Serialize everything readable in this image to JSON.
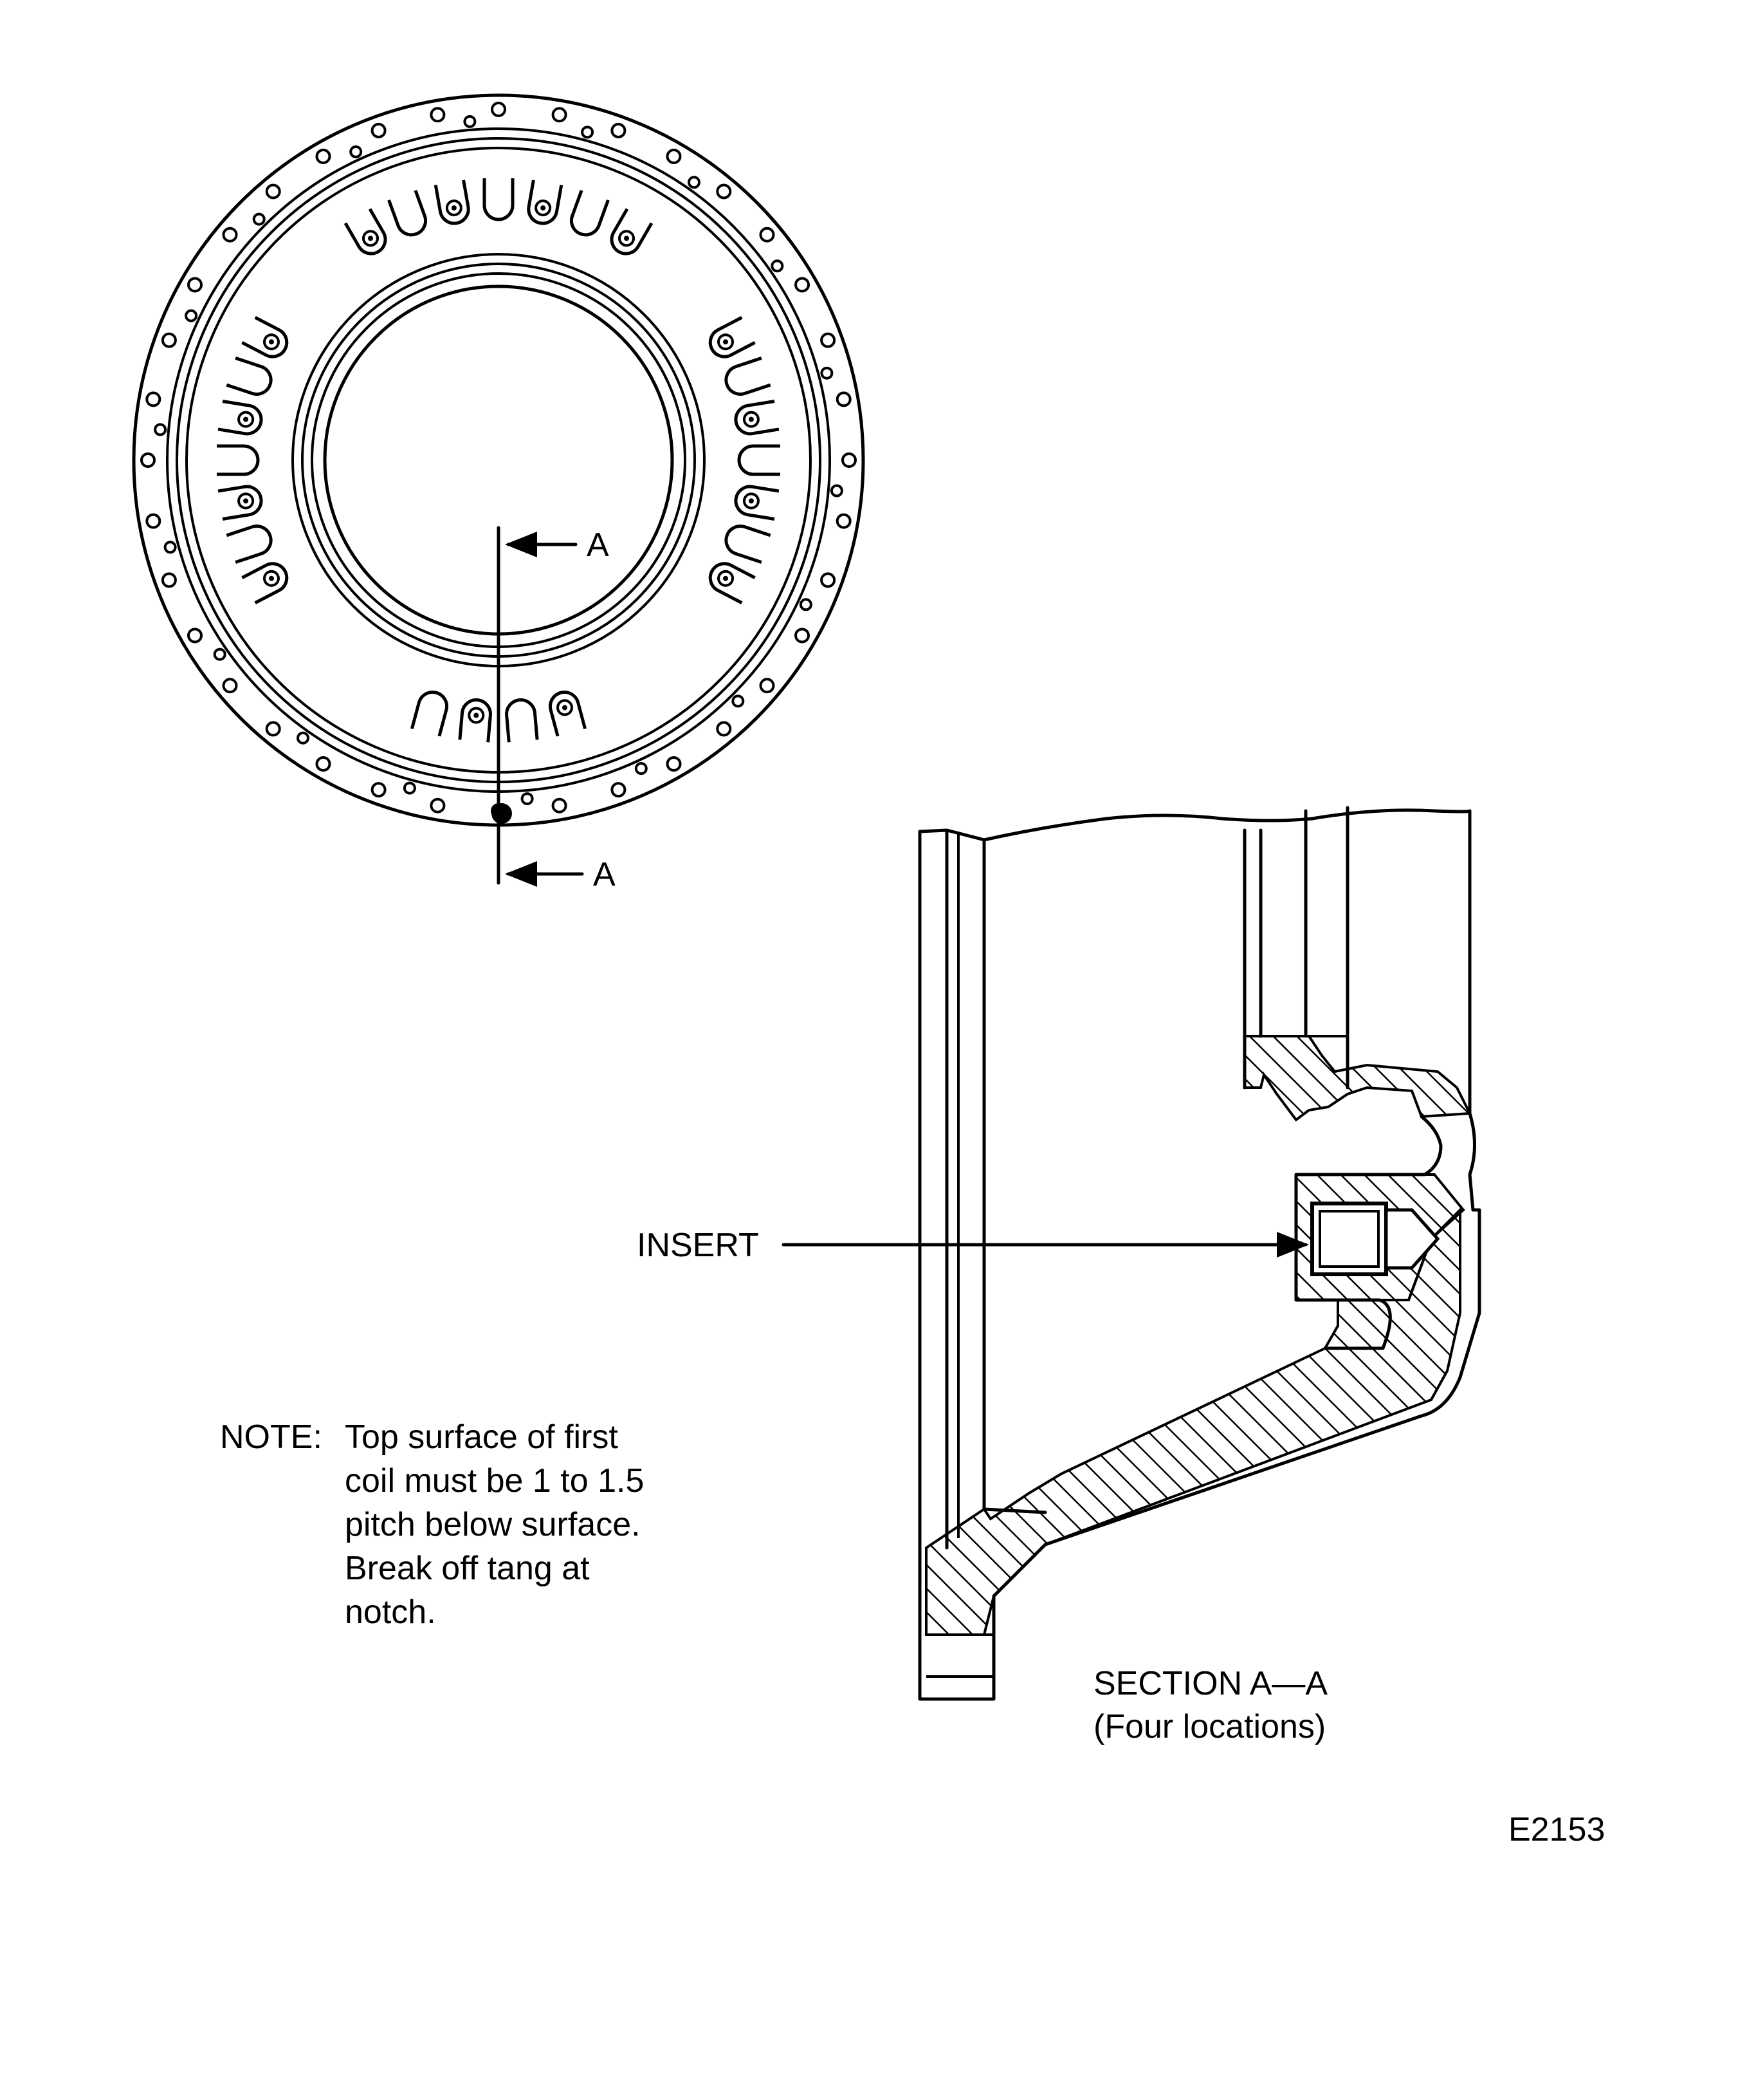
{
  "top_view": {
    "section_label_upper": "A",
    "section_label_lower": "A"
  },
  "section_view": {
    "insert_label": "INSERT",
    "title": "SECTION A—A",
    "subtitle": "(Four locations)"
  },
  "note": {
    "prefix": "NOTE:",
    "lines": [
      "Top surface of first",
      "coil must be 1 to 1.5",
      "pitch below surface.",
      "Break off tang at",
      "notch."
    ]
  },
  "figure_id": "E2153"
}
